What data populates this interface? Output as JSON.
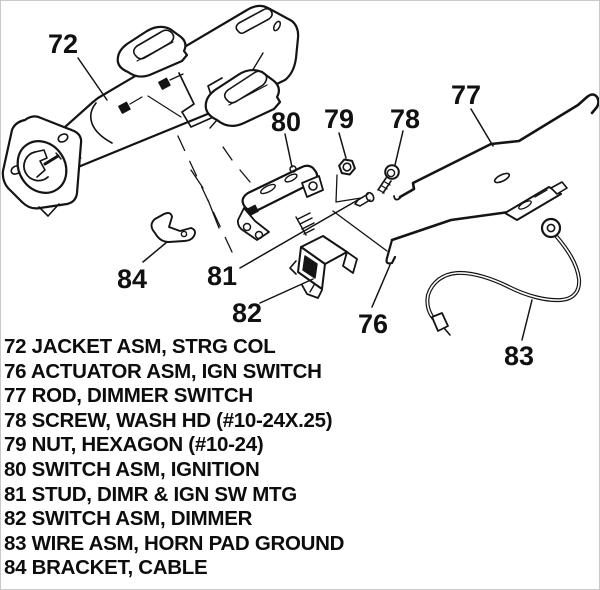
{
  "diagram": {
    "kind": "exploded-parts-line-drawing",
    "ink_color": "#141414",
    "background_color": "#ffffff",
    "callouts": [
      {
        "label": "72"
      },
      {
        "label": "80"
      },
      {
        "label": "79"
      },
      {
        "label": "78"
      },
      {
        "label": "77"
      },
      {
        "label": "84"
      },
      {
        "label": "81"
      },
      {
        "label": "82"
      },
      {
        "label": "76"
      },
      {
        "label": "83"
      }
    ]
  },
  "parts_list": {
    "items": [
      {
        "num": "72",
        "name": "JACKET ASM, STRG COL"
      },
      {
        "num": "76",
        "name": "ACTUATOR ASM, IGN SWITCH"
      },
      {
        "num": "77",
        "name": "ROD, DIMMER SWITCH"
      },
      {
        "num": "78",
        "name": "SCREW, WASH HD (#10-24X.25)"
      },
      {
        "num": "79",
        "name": "NUT, HEXAGON (#10-24)"
      },
      {
        "num": "80",
        "name": "SWITCH ASM, IGNITION"
      },
      {
        "num": "81",
        "name": "STUD, DIMR & IGN SW MTG"
      },
      {
        "num": "82",
        "name": "SWITCH ASM, DIMMER"
      },
      {
        "num": "83",
        "name": "WIRE ASM, HORN PAD GROUND"
      },
      {
        "num": "84",
        "name": "BRACKET, CABLE"
      }
    ]
  }
}
